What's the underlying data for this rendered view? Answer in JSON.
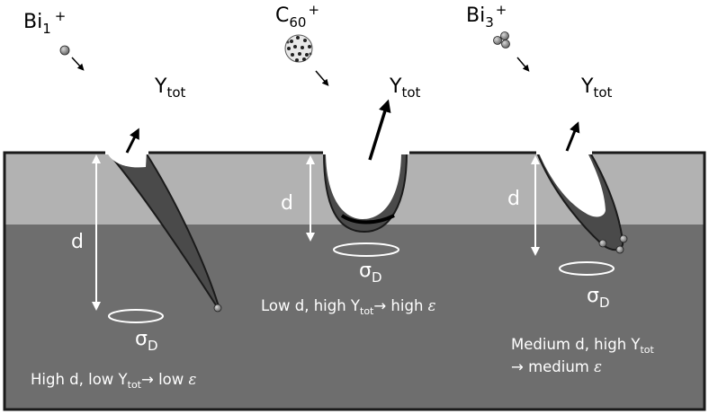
{
  "projectiles": {
    "bi1": {
      "label": "Bi",
      "sub": "1",
      "sup": "+"
    },
    "c60": {
      "label": "C",
      "sub": "60",
      "sup": "+"
    },
    "bi3": {
      "label": "Bi",
      "sub": "3",
      "sup": "+"
    }
  },
  "yield": {
    "symbol": "Y",
    "sub": "tot"
  },
  "depth_label": "d",
  "sigma": {
    "symbol": "σ",
    "sub": "D"
  },
  "captions": {
    "bi1": {
      "prefix": "High d, low Y",
      "sub": "tot",
      "suffix": "→ low",
      "eps": "ε"
    },
    "c60": {
      "prefix": "Low d, high Y",
      "sub": "tot",
      "suffix": "→ high",
      "eps": "ε"
    },
    "bi3": {
      "line1_prefix": "Medium d, high Y",
      "line1_sub": "tot",
      "line2_prefix": "→ medium",
      "eps": "ε"
    }
  },
  "colors": {
    "top_layer": "#b2b2b2",
    "substrate": "#6e6e6e",
    "crater": "#4a4a4a",
    "outline": "#1a1a1a",
    "white_text": "#ffffff",
    "black_text": "#000000"
  }
}
